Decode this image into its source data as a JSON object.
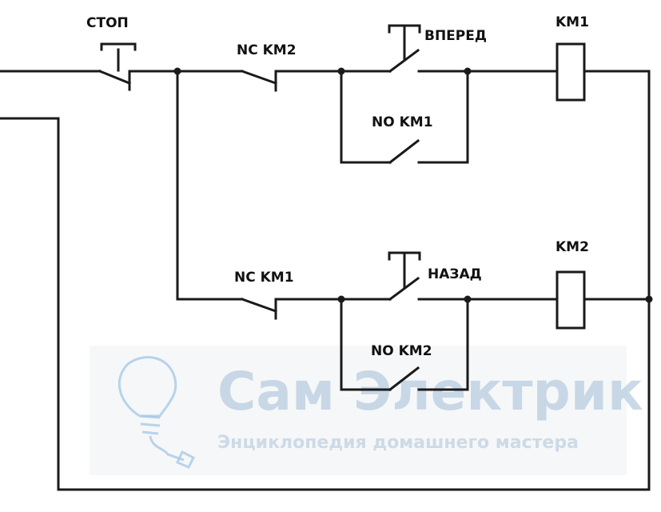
{
  "labels": {
    "stop": "СТОП",
    "nc_km2": "NC KM2",
    "forward": "ВПЕРЕД",
    "km1": "KM1",
    "no_km1": "NO KM1",
    "nc_km1": "NC KM1",
    "back": "НАЗАД",
    "km2": "KM2",
    "no_km2": "NO KM2"
  },
  "watermark": {
    "title": "Сам Электрик",
    "subtitle": "Энциклопедия домашнего мастера"
  },
  "colors": {
    "wire": "#1a1a1a",
    "watermark": "#b9cde0"
  }
}
